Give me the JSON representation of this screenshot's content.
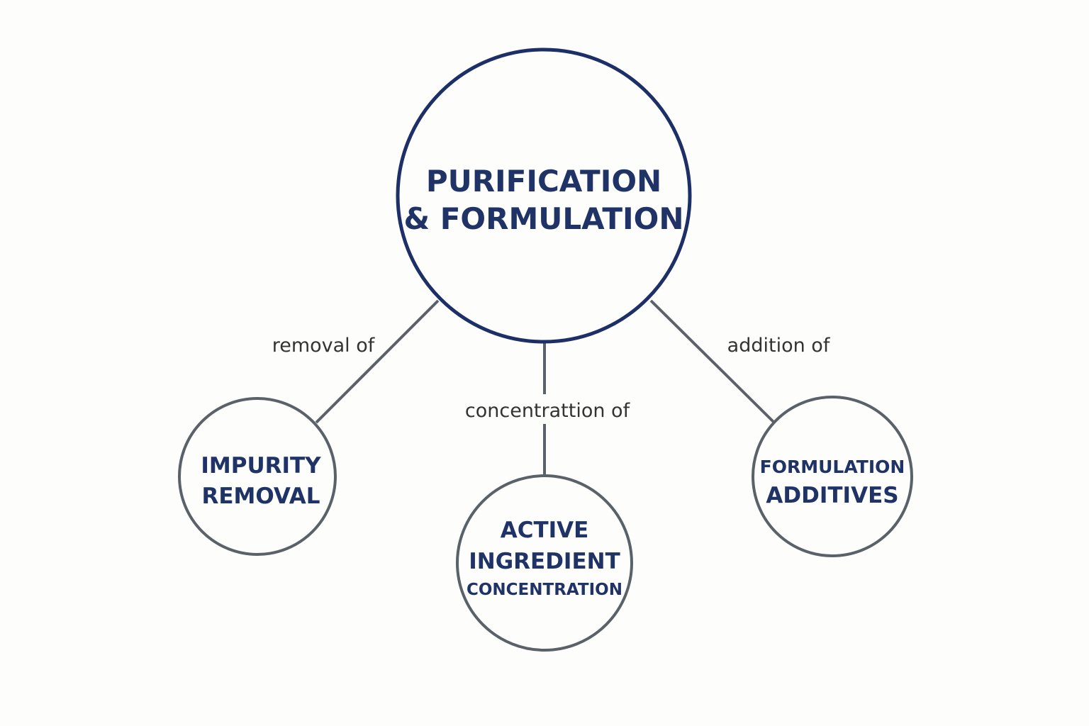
{
  "colors": {
    "main_stroke": "#1c2f66",
    "child_stroke": "#5a6168",
    "text": "#1f3366",
    "edge": "#5a6168"
  },
  "center": {
    "line1": "PURIFICATION",
    "line2": "& FORMULATION"
  },
  "nodes": {
    "impurity": {
      "line1": "IMPURITY",
      "line2": "REMOVAL"
    },
    "active": {
      "line1": "ACTIVE",
      "line2": "INGREDIENT",
      "line3": "CONCENTRATION"
    },
    "additives": {
      "line1": "FORMULATION",
      "line2": "ADDITIVES"
    }
  },
  "edges": {
    "left": "removal of",
    "middle": "concentrattion of",
    "right": "addition of"
  }
}
